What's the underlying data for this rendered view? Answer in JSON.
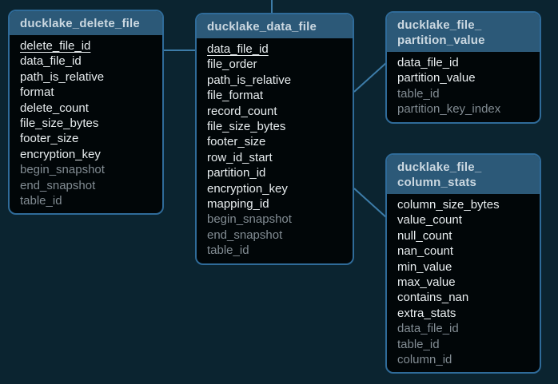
{
  "colors": {
    "background": "#0b2430",
    "table_header_bg": "#2c5978",
    "table_body_bg": "#010608",
    "table_border": "#2f6b99",
    "connector": "#3d7ca8",
    "header_text": "#cbd8e1",
    "field_text": "#e8edef",
    "muted_field_text": "#828c93"
  },
  "tables": [
    {
      "id": "ducklake_delete_file",
      "title": "ducklake_delete_file",
      "fields": [
        {
          "name": "delete_file_id",
          "pk": true,
          "muted": false
        },
        {
          "name": "data_file_id",
          "pk": false,
          "muted": false
        },
        {
          "name": "path_is_relative",
          "pk": false,
          "muted": false
        },
        {
          "name": "format",
          "pk": false,
          "muted": false
        },
        {
          "name": "delete_count",
          "pk": false,
          "muted": false
        },
        {
          "name": "file_size_bytes",
          "pk": false,
          "muted": false
        },
        {
          "name": "footer_size",
          "pk": false,
          "muted": false
        },
        {
          "name": "encryption_key",
          "pk": false,
          "muted": false
        },
        {
          "name": "begin_snapshot",
          "pk": false,
          "muted": true
        },
        {
          "name": "end_snapshot",
          "pk": false,
          "muted": true
        },
        {
          "name": "table_id",
          "pk": false,
          "muted": true
        }
      ]
    },
    {
      "id": "ducklake_data_file",
      "title": "ducklake_data_file",
      "fields": [
        {
          "name": "data_file_id",
          "pk": true,
          "muted": false
        },
        {
          "name": "file_order",
          "pk": false,
          "muted": false
        },
        {
          "name": "path_is_relative",
          "pk": false,
          "muted": false
        },
        {
          "name": "file_format",
          "pk": false,
          "muted": false
        },
        {
          "name": "record_count",
          "pk": false,
          "muted": false
        },
        {
          "name": "file_size_bytes",
          "pk": false,
          "muted": false
        },
        {
          "name": "footer_size",
          "pk": false,
          "muted": false
        },
        {
          "name": "row_id_start",
          "pk": false,
          "muted": false
        },
        {
          "name": "partition_id",
          "pk": false,
          "muted": false
        },
        {
          "name": "encryption_key",
          "pk": false,
          "muted": false
        },
        {
          "name": "mapping_id",
          "pk": false,
          "muted": false
        },
        {
          "name": "begin_snapshot",
          "pk": false,
          "muted": true
        },
        {
          "name": "end_snapshot",
          "pk": false,
          "muted": true
        },
        {
          "name": "table_id",
          "pk": false,
          "muted": true
        }
      ]
    },
    {
      "id": "ducklake_file_partition_value",
      "title": "ducklake_file_partition_value",
      "fields": [
        {
          "name": "data_file_id",
          "pk": false,
          "muted": false
        },
        {
          "name": "partition_value",
          "pk": false,
          "muted": false
        },
        {
          "name": "table_id",
          "pk": false,
          "muted": true
        },
        {
          "name": "partition_key_index",
          "pk": false,
          "muted": true
        }
      ]
    },
    {
      "id": "ducklake_file_column_stats",
      "title": "ducklake_file_column_stats",
      "fields": [
        {
          "name": "column_size_bytes",
          "pk": false,
          "muted": false
        },
        {
          "name": "value_count",
          "pk": false,
          "muted": false
        },
        {
          "name": "null_count",
          "pk": false,
          "muted": false
        },
        {
          "name": "nan_count",
          "pk": false,
          "muted": false
        },
        {
          "name": "min_value",
          "pk": false,
          "muted": false
        },
        {
          "name": "max_value",
          "pk": false,
          "muted": false
        },
        {
          "name": "contains_nan",
          "pk": false,
          "muted": false
        },
        {
          "name": "extra_stats",
          "pk": false,
          "muted": false
        },
        {
          "name": "data_file_id",
          "pk": false,
          "muted": true
        },
        {
          "name": "table_id",
          "pk": false,
          "muted": true
        },
        {
          "name": "column_id",
          "pk": false,
          "muted": true
        }
      ]
    }
  ],
  "connections": [
    {
      "from": "ducklake_delete_file",
      "to": "ducklake_data_file"
    },
    {
      "from": "ducklake_data_file",
      "to": "offscreen-top"
    },
    {
      "from": "ducklake_data_file",
      "to": "ducklake_file_partition_value"
    },
    {
      "from": "ducklake_data_file",
      "to": "ducklake_file_column_stats"
    }
  ]
}
